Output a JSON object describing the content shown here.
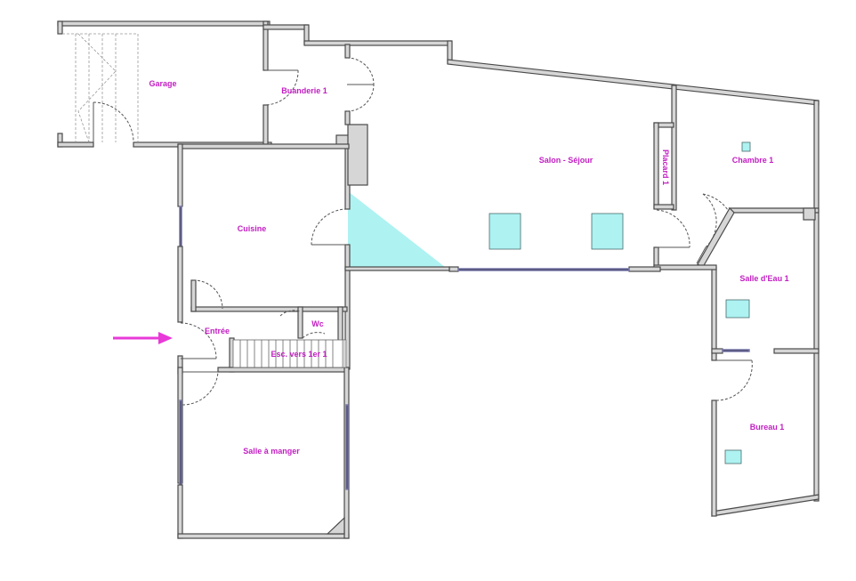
{
  "rooms": {
    "garage": "Garage",
    "buanderie": "Buanderie 1",
    "salon": "Salon - Séjour",
    "placard": "Placard 1",
    "chambre": "Chambre 1",
    "cuisine": "Cuisine",
    "salle_eau": "Salle d'Eau 1",
    "entree": "Entrée",
    "wc": "Wc",
    "escalier": "Esc. vers 1er 1",
    "salle_manger": "Salle à manger",
    "bureau": "Bureau 1"
  },
  "colors": {
    "label": "#c21ec2",
    "entry_arrow": "#e83ad8",
    "glass": "#aef2f2",
    "wall": "#d6d6d6"
  },
  "icons": {
    "entry_arrow": "entry-arrow-icon"
  }
}
